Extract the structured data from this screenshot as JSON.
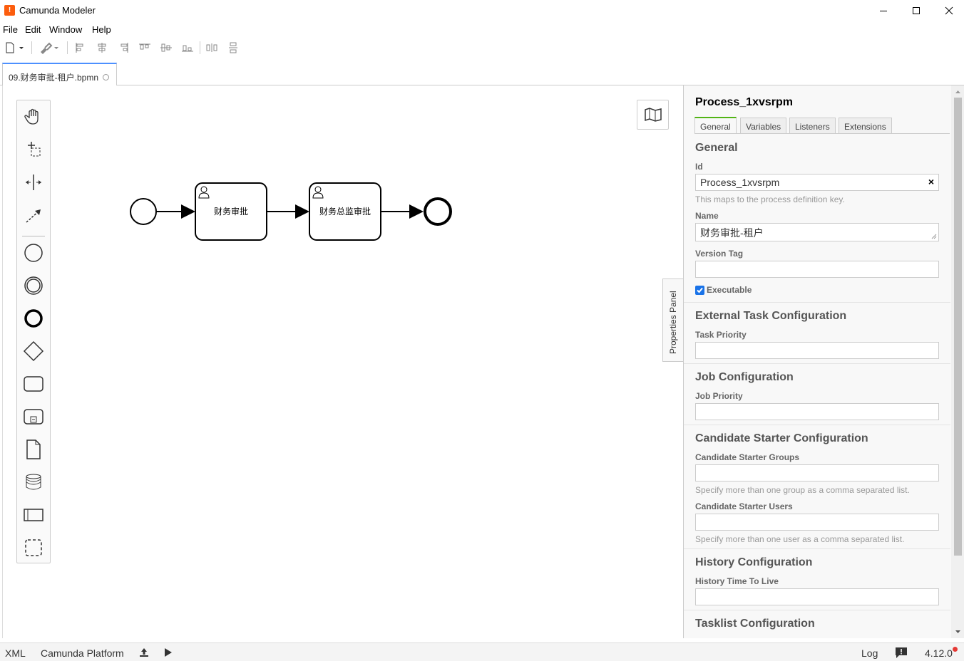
{
  "window": {
    "title": "Camunda Modeler",
    "app_icon_glyph": "!",
    "controls": [
      "minimize-icon",
      "maximize-icon",
      "close-icon"
    ]
  },
  "menu": [
    "File",
    "Edit",
    "Window",
    "Help"
  ],
  "tab": {
    "label": "09.财务审批-租户.bpmn"
  },
  "diagram": {
    "task1_label": "财务审批",
    "task2_label": "财务总监审批"
  },
  "properties_toggle": "Properties Panel",
  "properties": {
    "title": "Process_1xvsrpm",
    "tabs": [
      "General",
      "Variables",
      "Listeners",
      "Extensions"
    ],
    "general": {
      "title": "General",
      "id_label": "Id",
      "id_value": "Process_1xvsrpm",
      "id_clear": "×",
      "id_desc": "This maps to the process definition key.",
      "name_label": "Name",
      "name_value": "财务审批-租户",
      "version_label": "Version Tag",
      "version_value": "",
      "executable_label": "Executable",
      "executable_checked": true
    },
    "external_task": {
      "title": "External Task Configuration",
      "priority_label": "Task Priority"
    },
    "job": {
      "title": "Job Configuration",
      "priority_label": "Job Priority"
    },
    "candidate": {
      "title": "Candidate Starter Configuration",
      "groups_label": "Candidate Starter Groups",
      "groups_desc": "Specify more than one group as a comma separated list.",
      "users_label": "Candidate Starter Users",
      "users_desc": "Specify more than one user as a comma separated list."
    },
    "history": {
      "title": "History Configuration",
      "ttl_label": "History Time To Live"
    },
    "tasklist": {
      "title": "Tasklist Configuration"
    }
  },
  "statusbar": {
    "xml": "XML",
    "platform": "Camunda Platform",
    "log": "Log",
    "version": "4.12.0",
    "notification_color": "#e53935"
  },
  "colors": {
    "accent_tab": "#4d90ff",
    "props_tab_active": "#52b415"
  }
}
